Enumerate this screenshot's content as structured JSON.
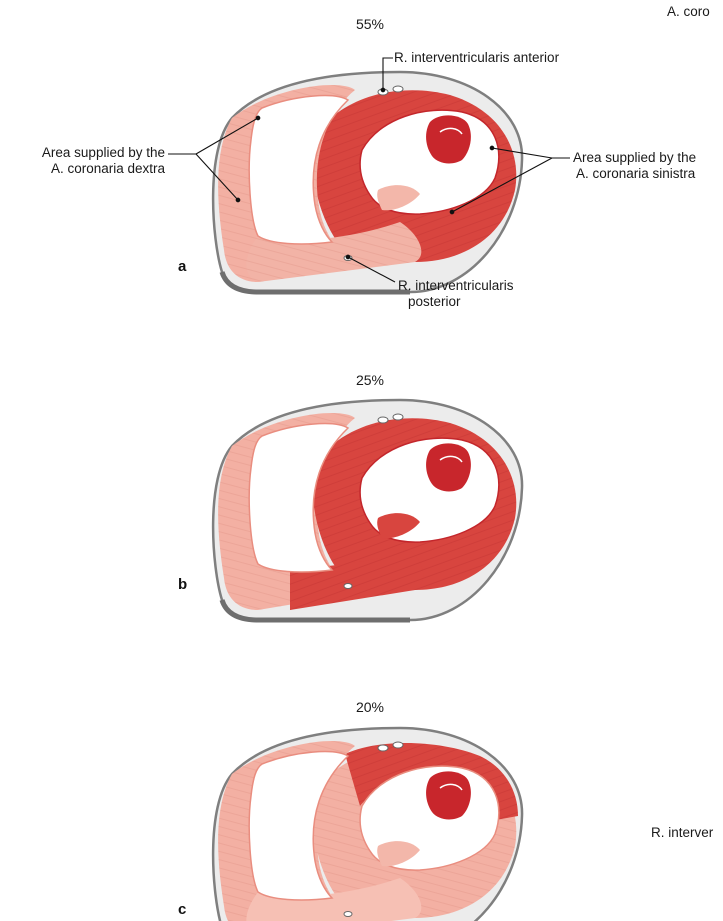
{
  "panels": [
    {
      "letter": "a",
      "percent": "55%"
    },
    {
      "letter": "b",
      "percent": "25%"
    },
    {
      "letter": "c",
      "percent": "20%"
    }
  ],
  "labels": {
    "right_area_1": "Area supplied by the",
    "right_area_2": "A. coronaria sinistra",
    "left_area_1": "Area supplied by the",
    "left_area_2": "A. coronaria dextra",
    "ant": "R. interventricularis anterior",
    "post_1": "R. interventricularis",
    "post_2": "posterior",
    "edge_top": "A. coro",
    "edge_bottom": "R. interver"
  },
  "colors": {
    "lca": "#d94a45",
    "lca_dark": "#b8232a",
    "rca": "#f4b3a6",
    "rca_light": "#f9d2c8",
    "pericardium": "#e9e9e9",
    "outline": "#8a8a8a"
  }
}
